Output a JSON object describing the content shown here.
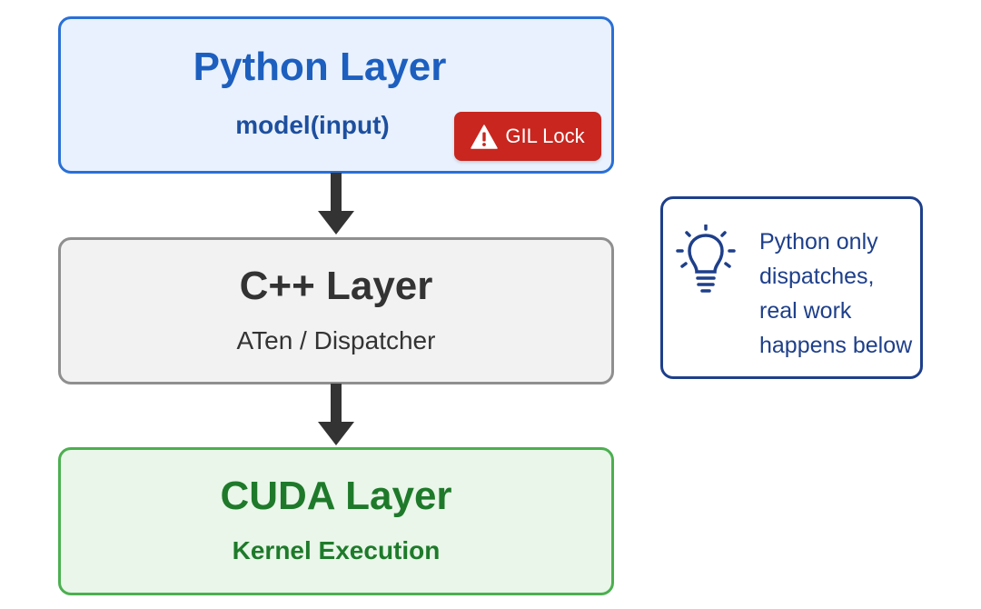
{
  "layers": {
    "python": {
      "title": "Python Layer",
      "subtitle": "model(input)",
      "badge": {
        "label": "GIL Lock",
        "icon": "warning-icon",
        "color": "#c8261f"
      },
      "accent": "#2a6fd6"
    },
    "cpp": {
      "title": "C++ Layer",
      "subtitle": "ATen / Dispatcher",
      "accent": "#8f8f8f"
    },
    "cuda": {
      "title": "CUDA Layer",
      "subtitle": "Kernel Execution",
      "accent": "#4caf50"
    }
  },
  "note": {
    "icon": "lightbulb-icon",
    "lines": [
      "Python only",
      "dispatches,",
      "real work",
      "happens below"
    ],
    "accent": "#1e3f8a"
  },
  "arrows": {
    "icon": "arrow-down-icon",
    "color": "#333333"
  }
}
